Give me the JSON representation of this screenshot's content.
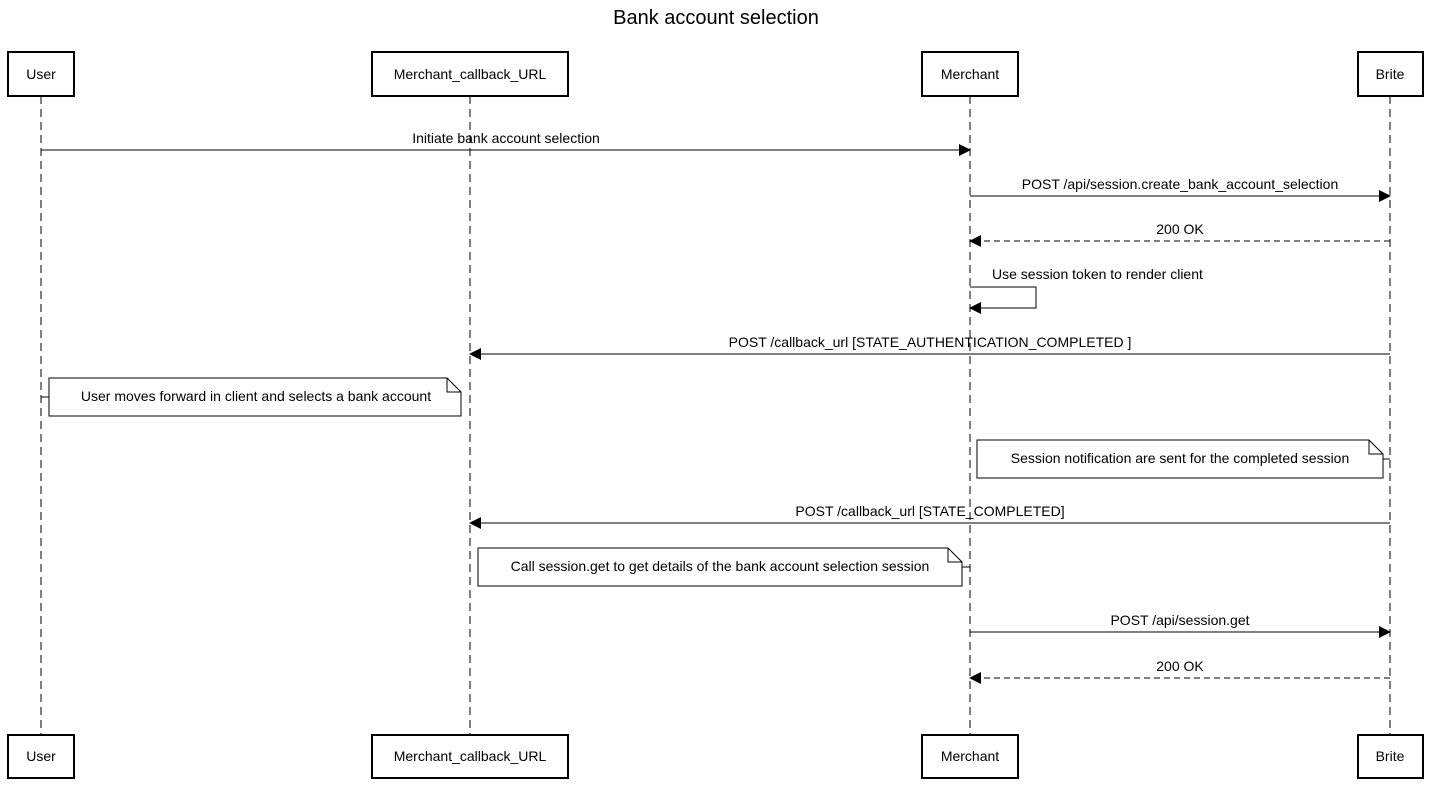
{
  "title": "Bank account selection",
  "participants": [
    {
      "id": "user",
      "label": "User"
    },
    {
      "id": "callback",
      "label": "Merchant_callback_URL"
    },
    {
      "id": "merchant",
      "label": "Merchant"
    },
    {
      "id": "brite",
      "label": "Brite"
    }
  ],
  "messages": [
    {
      "label": "Initiate bank account selection",
      "from": "user",
      "to": "merchant",
      "style": "solid"
    },
    {
      "label": "POST /api/session.create_bank_account_selection",
      "from": "merchant",
      "to": "brite",
      "style": "solid"
    },
    {
      "label": "200 OK",
      "from": "brite",
      "to": "merchant",
      "style": "dashed"
    },
    {
      "label": "Use session token to render client",
      "from": "merchant",
      "to": "merchant",
      "style": "self"
    },
    {
      "label": "POST /callback_url [STATE_AUTHENTICATION_COMPLETED ]",
      "from": "brite",
      "to": "callback",
      "style": "solid"
    },
    {
      "label": "POST /callback_url [STATE_COMPLETED]",
      "from": "brite",
      "to": "callback",
      "style": "solid"
    },
    {
      "label": "POST /api/session.get",
      "from": "merchant",
      "to": "brite",
      "style": "solid"
    },
    {
      "label": "200 OK",
      "from": "brite",
      "to": "merchant",
      "style": "dashed"
    }
  ],
  "notes": [
    {
      "text": "User moves forward in client and selects a bank account",
      "anchor": "user"
    },
    {
      "text": "Session notification are sent  for the completed session",
      "anchor": "brite"
    },
    {
      "text": "Call session.get to get details of the bank account selection session",
      "anchor": "merchant"
    }
  ]
}
